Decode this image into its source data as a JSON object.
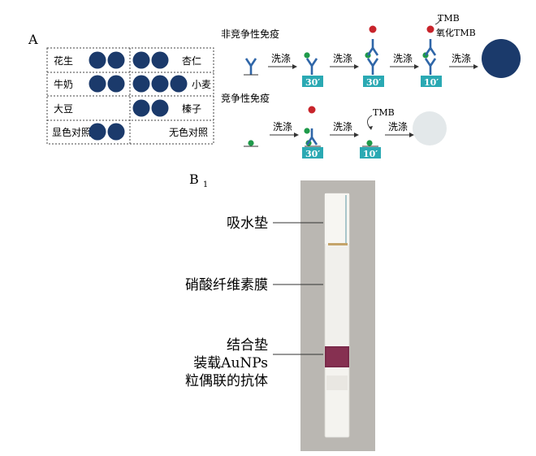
{
  "panel_a": {
    "label": "A",
    "grid": {
      "cells": [
        {
          "text": "花生",
          "dots": 2
        },
        {
          "text": "杏仁",
          "dots": 2
        },
        {
          "text": "牛奶",
          "dots": 2
        },
        {
          "text": "小麦",
          "dots": 3
        },
        {
          "text": "大豆",
          "dots": 0
        },
        {
          "text": "榛子",
          "dots": 2
        },
        {
          "text": "显色对照",
          "dots": 2
        },
        {
          "text": "无色对照",
          "dots": 0
        }
      ]
    },
    "noncompetitive": {
      "title": "非竞争性免疫",
      "wash": "洗涤",
      "times": [
        "30′",
        "30′",
        "10′"
      ],
      "tmb": "TMB",
      "oxidized_tmb": "氧化TMB"
    },
    "competitive": {
      "title": "竞争性免疫",
      "wash": "洗涤",
      "times": [
        "30′",
        "10′"
      ],
      "tmb": "TMB"
    },
    "colors": {
      "dot": "#1b3a6b",
      "antibody": "#2f66a8",
      "antigen": "#1f9a4a",
      "enzyme": "#c8242b",
      "time_box": "#2aa9b3",
      "pale_result": "#e3e8ea"
    }
  },
  "panel_b": {
    "label": "B",
    "label_sub": "1",
    "labels": {
      "absorbent_pad": "吸水垫",
      "nitrocellulose": "硝酸纤维素膜",
      "conjugate_line1": "结合垫",
      "conjugate_line2": "装载AuNPs",
      "conjugate_line3": "粒偶联的抗体"
    }
  }
}
